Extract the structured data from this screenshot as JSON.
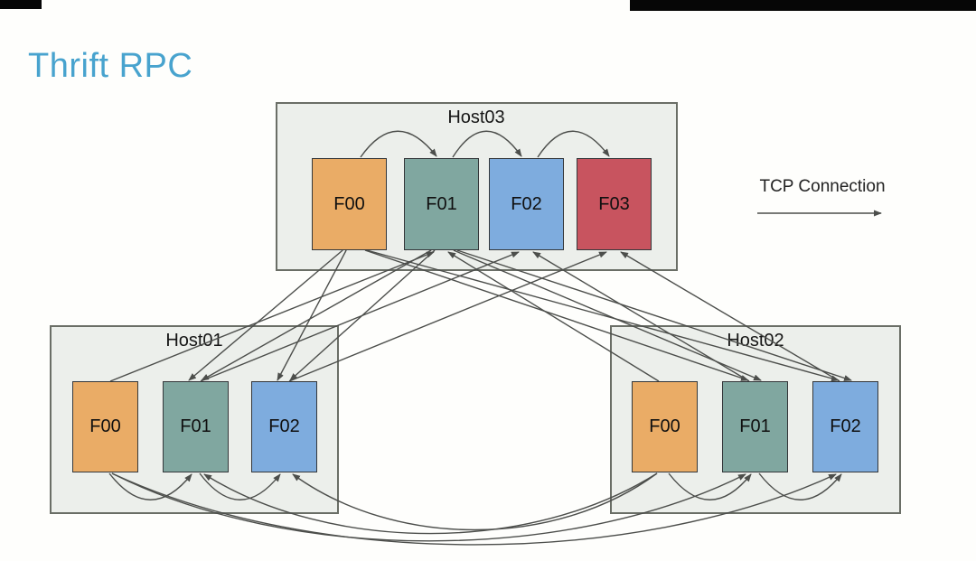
{
  "title": "Thrift RPC",
  "legend": {
    "label": "TCP Connection"
  },
  "colors": {
    "title_blue": "#48a3ce",
    "host_fill": "#ecefeb",
    "host_border": "#6a6e66",
    "arrow": "#4c4e4b",
    "block_orange": "#eaac66",
    "block_teal": "#80a7a0",
    "block_blue": "#7eacde",
    "block_red": "#c8545f"
  },
  "hosts": [
    {
      "id": "host03",
      "label": "Host03",
      "blocks": [
        {
          "id": "f00",
          "label": "F00",
          "color": "#eaac66"
        },
        {
          "id": "f01",
          "label": "F01",
          "color": "#80a7a0"
        },
        {
          "id": "f02",
          "label": "F02",
          "color": "#7eacde"
        },
        {
          "id": "f03",
          "label": "F03",
          "color": "#c8545f"
        }
      ]
    },
    {
      "id": "host01",
      "label": "Host01",
      "blocks": [
        {
          "id": "f00",
          "label": "F00",
          "color": "#eaac66"
        },
        {
          "id": "f01",
          "label": "F01",
          "color": "#80a7a0"
        },
        {
          "id": "f02",
          "label": "F02",
          "color": "#7eacde"
        }
      ]
    },
    {
      "id": "host02",
      "label": "Host02",
      "blocks": [
        {
          "id": "f00",
          "label": "F00",
          "color": "#eaac66"
        },
        {
          "id": "f01",
          "label": "F01",
          "color": "#80a7a0"
        },
        {
          "id": "f02",
          "label": "F02",
          "color": "#7eacde"
        }
      ]
    }
  ],
  "connections": [
    {
      "from": "host03.f00",
      "to": "host03.f01",
      "style": "arc-top"
    },
    {
      "from": "host03.f01",
      "to": "host03.f02",
      "style": "arc-top"
    },
    {
      "from": "host03.f02",
      "to": "host03.f03",
      "style": "arc-top"
    },
    {
      "from": "host01.f00",
      "to": "host01.f01",
      "style": "arc-bottom"
    },
    {
      "from": "host01.f01",
      "to": "host01.f02",
      "style": "arc-bottom"
    },
    {
      "from": "host02.f00",
      "to": "host02.f01",
      "style": "arc-bottom"
    },
    {
      "from": "host02.f01",
      "to": "host02.f02",
      "style": "arc-bottom"
    },
    {
      "from": "host01.f00",
      "to": "host02.f01",
      "style": "arc-long"
    },
    {
      "from": "host01.f00",
      "to": "host02.f02",
      "style": "arc-long"
    },
    {
      "from": "host02.f00",
      "to": "host01.f01",
      "style": "arc-long"
    },
    {
      "from": "host02.f00",
      "to": "host01.f02",
      "style": "arc-long"
    },
    {
      "from": "host01.f00",
      "to": "host03.f01",
      "style": "straight"
    },
    {
      "from": "host01.f01",
      "to": "host03.f02",
      "style": "straight"
    },
    {
      "from": "host01.f02",
      "to": "host03.f03",
      "style": "straight"
    },
    {
      "from": "host02.f00",
      "to": "host03.f01",
      "style": "straight"
    },
    {
      "from": "host02.f01",
      "to": "host03.f02",
      "style": "straight"
    },
    {
      "from": "host02.f02",
      "to": "host03.f03",
      "style": "straight"
    },
    {
      "from": "host03.f00",
      "to": "host01.f01",
      "style": "straight"
    },
    {
      "from": "host03.f00",
      "to": "host01.f02",
      "style": "straight"
    },
    {
      "from": "host03.f00",
      "to": "host02.f01",
      "style": "straight"
    },
    {
      "from": "host03.f00",
      "to": "host02.f02",
      "style": "straight"
    },
    {
      "from": "host03.f01",
      "to": "host01.f01",
      "style": "straight"
    },
    {
      "from": "host03.f01",
      "to": "host01.f02",
      "style": "straight"
    },
    {
      "from": "host03.f01",
      "to": "host02.f01",
      "style": "straight"
    },
    {
      "from": "host03.f01",
      "to": "host02.f02",
      "style": "straight"
    }
  ]
}
